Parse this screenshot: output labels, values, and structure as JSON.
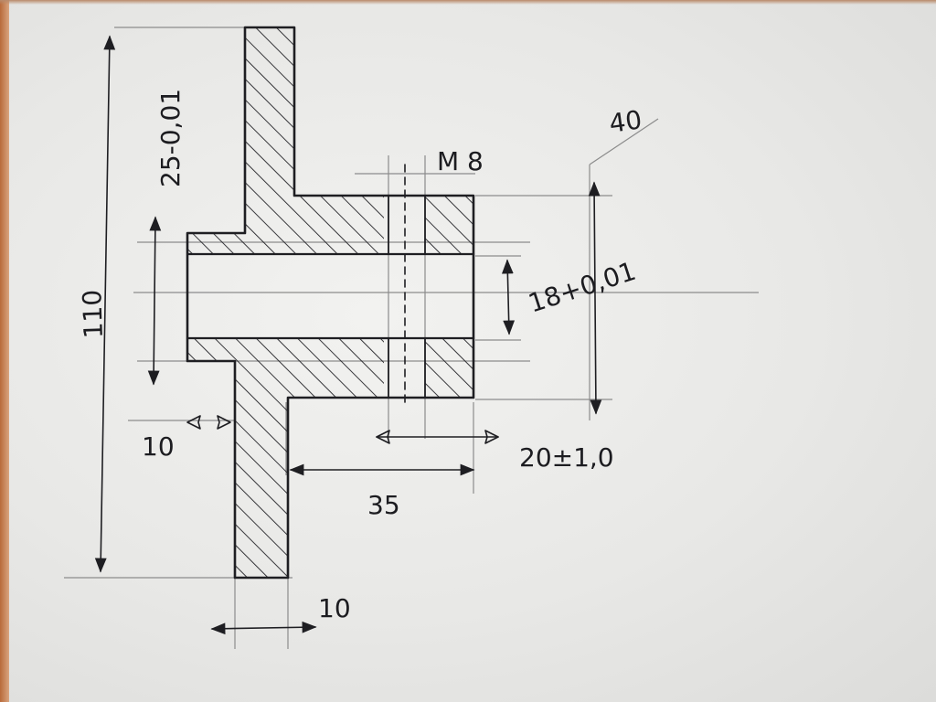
{
  "drawing": {
    "dimensions": {
      "overall_height": "110",
      "bore_diameter": "25-0,01",
      "roughness": "40",
      "thread": "M 8",
      "shaft_diameter": "18+0,01",
      "step_offset": "10",
      "hub_length": "35",
      "hole_position": "20±1,0",
      "flange_thickness": "10"
    }
  },
  "colors": {
    "paper": "#ececea",
    "ink": "#1e1e22",
    "construction": "#8c8c8c"
  }
}
